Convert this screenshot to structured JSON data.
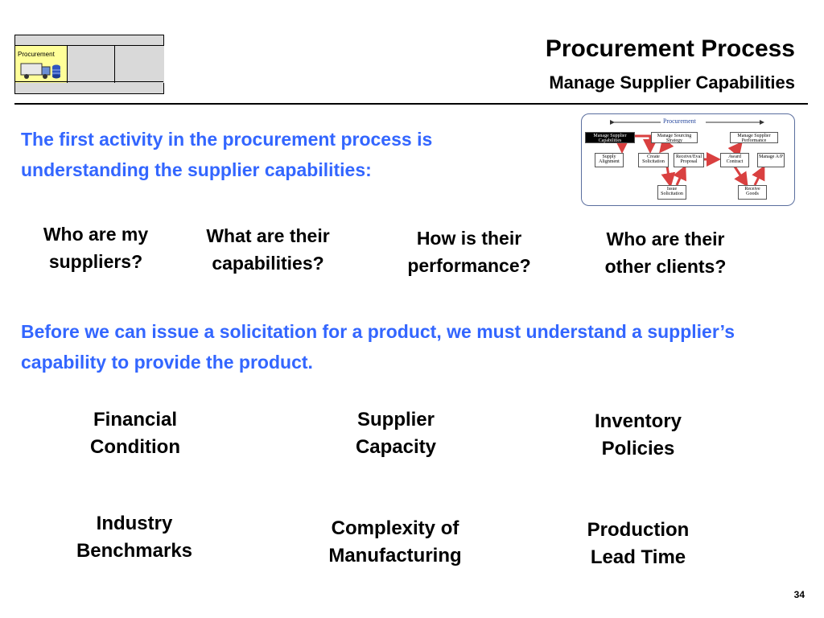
{
  "header": {
    "nav_label": "Procurement",
    "title": "Procurement Process",
    "subtitle": "Manage Supplier Capabilities"
  },
  "intro_text": "The first activity in the procurement process is understanding the supplier capabilities:",
  "questions": [
    "Who are my suppliers?",
    "What are their capabilities?",
    "How is their performance?",
    "Who are their other clients?"
  ],
  "statement_text": "Before we can issue a solicitation for a product, we must understand a supplier’s capability to provide the product.",
  "capabilities": [
    "Financial Condition",
    "Supplier Capacity",
    "Inventory Policies",
    "Industry Benchmarks",
    "Complexity of Manufacturing",
    "Production Lead Time"
  ],
  "diagram": {
    "label": "Procurement",
    "boxes": {
      "manage_supplier_capabilities": "Manage Supplier Capabilities",
      "manage_sourcing_strategy": "Manage Sourcing Strategy",
      "manage_supplier_performance": "Manage Supplier Performance",
      "supply_alignment": "Supply Alignment",
      "create_solicitation": "Create Solicitation",
      "receive_eval_proposal": "Receive/Eval Proposal",
      "award_contract": "Award Contract",
      "manage_ap": "Manage A/P",
      "issue_solicitation": "Issue Solicitation",
      "receive_goods": "Receive Goods"
    }
  },
  "page_number": "34",
  "colors": {
    "accent_blue": "#3366ff",
    "nav_active": "#ffff99",
    "nav_bg": "#d9d9d9",
    "diagram_arrow": "#d94040"
  }
}
